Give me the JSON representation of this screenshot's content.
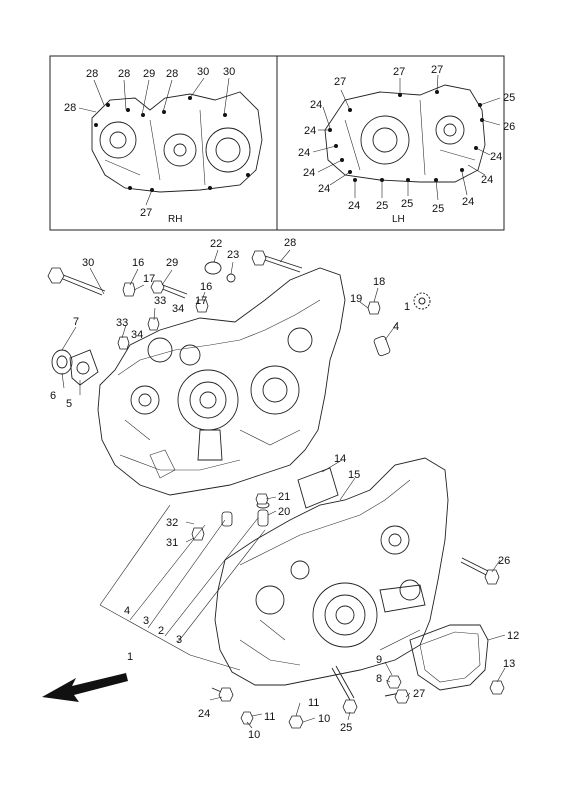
{
  "inset_left": {
    "side_label": "RH",
    "labels": [
      "28",
      "28",
      "29",
      "28",
      "30",
      "30",
      "28",
      "27"
    ]
  },
  "inset_right": {
    "side_label": "LH",
    "labels": [
      "27",
      "27",
      "27",
      "25",
      "24",
      "26",
      "24",
      "24",
      "24",
      "24",
      "24",
      "24",
      "25",
      "25",
      "25",
      "24",
      "24"
    ]
  },
  "callouts": [
    "30",
    "16",
    "29",
    "22",
    "23",
    "28",
    "17",
    "16",
    "17",
    "33",
    "34",
    "18",
    "19",
    "1",
    "4",
    "7",
    "33",
    "34",
    "6",
    "5",
    "14",
    "15",
    "21",
    "20",
    "32",
    "31",
    "26",
    "4",
    "3",
    "2",
    "3",
    "1",
    "12",
    "9",
    "8",
    "13",
    "27",
    "24",
    "11",
    "11",
    "10",
    "10",
    "25"
  ],
  "colors": {
    "line": "#222222",
    "background": "#ffffff"
  },
  "icons": {
    "direction_arrow": "front-direction-arrow-icon",
    "parts_symbol": "gear-symbol-icon"
  }
}
